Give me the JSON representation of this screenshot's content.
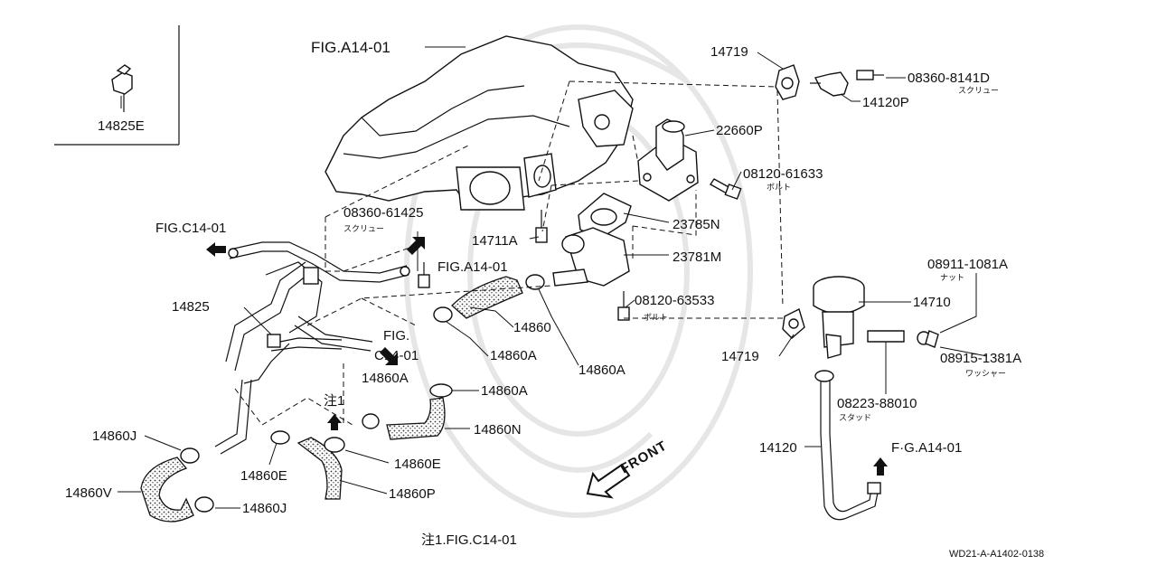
{
  "labels": {
    "fig_a14_01_top": "FIG.A14-01",
    "p14719_top": "14719",
    "p08360_8141d": "08360-8141D",
    "screw_jp_top": "スクリュー",
    "p14120p": "14120P",
    "p22660p": "22660P",
    "p08120_61633": "08120-61633",
    "bolt_jp_top": "ボルト",
    "p14825e": "14825E",
    "p08360_61425": "08360-61425",
    "screw_jp_left": "スクリュー",
    "fig_c14_01_left": "FIG.C14-01",
    "fig_a14_01_mid": "FIG.A14-01",
    "p23785n": "23785N",
    "p14711a": "14711A",
    "p23781m": "23781M",
    "p08911_1081a": "08911-1081A",
    "nut_jp": "ナット",
    "p14825": "14825",
    "p08120_63533": "08120-63533",
    "bolt_jp_mid": "ボルト",
    "p14710": "14710",
    "p14860_mid": "14860",
    "fig_word": "FIG.",
    "c14_01": "C14-01",
    "p14860a_1": "14860A",
    "p14860a_2": "14860A",
    "p14860a_3": "14860A",
    "p14860a_4": "14860A",
    "p14719_mid": "14719",
    "p08915_1381a": "08915-1381A",
    "washer_jp": "ワッシャー",
    "note_1": "注1",
    "p14860n": "14860N",
    "p08223_88010": "08223-88010",
    "stud_jp": "スタッド",
    "p14860j_1": "14860J",
    "front": "FRONT",
    "p14120": "14120",
    "fg_a14_01": "F·G.A14-01",
    "p14860e_1": "14860E",
    "p14860e_2": "14860E",
    "p14860v": "14860V",
    "p14860p": "14860P",
    "p14860j_2": "14860J",
    "footnote": "注1.FIG.C14-01",
    "diagram_code": "WD21-A-A1402-0138"
  },
  "arrows": {
    "fig_c14_01_left": "arrow-left",
    "fig_a14_01_mid": "arrow-up-right",
    "c14_01": "arrow-down-right",
    "note_1": "arrow-up",
    "fg_a14_01": "arrow-up",
    "front": "outline-arrow-down-left"
  },
  "colors": {
    "ink": "#111111",
    "paper": "#ffffff",
    "watermark": "#e8e8e8"
  }
}
